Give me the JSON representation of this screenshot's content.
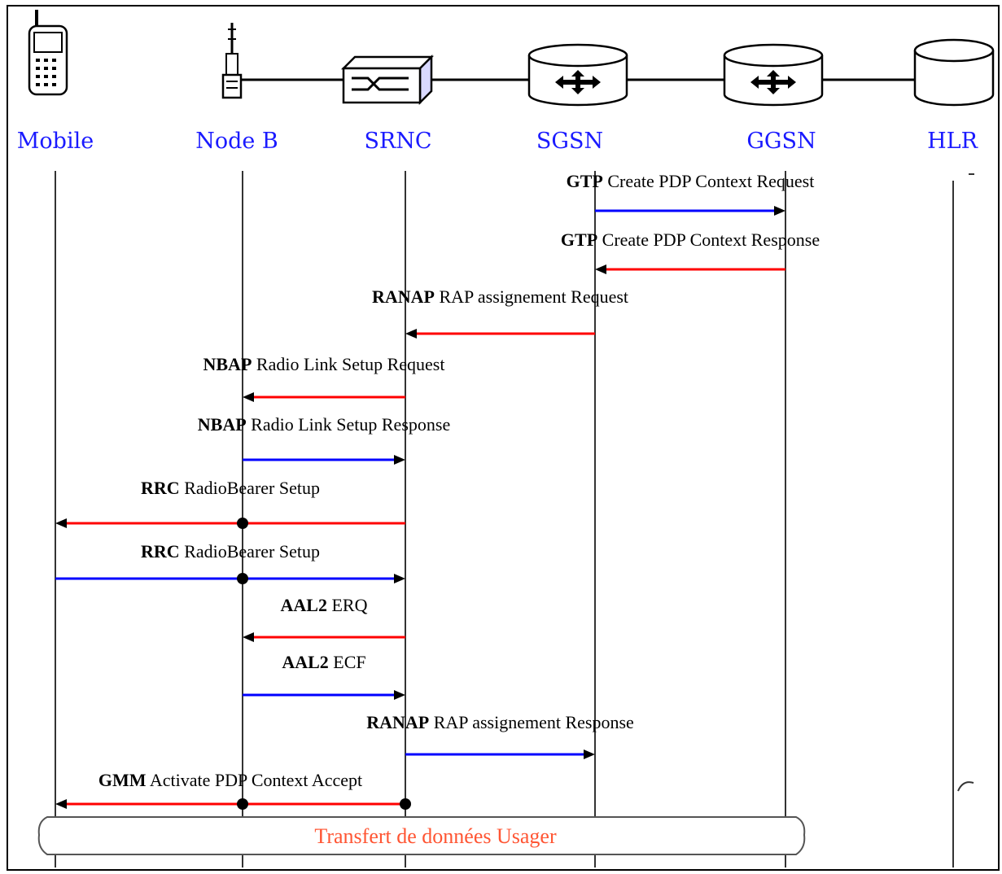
{
  "entities": [
    {
      "id": "mobile",
      "label": "Mobile",
      "icon": "mobile-phone-icon"
    },
    {
      "id": "nodeb",
      "label": "Node B",
      "icon": "antenna-tower-icon"
    },
    {
      "id": "srnc",
      "label": "SRNC",
      "icon": "switch-box-icon"
    },
    {
      "id": "sgsn",
      "label": "SGSN",
      "icon": "router-cylinder-icon"
    },
    {
      "id": "ggsn",
      "label": "GGSN",
      "icon": "router-cylinder-icon"
    },
    {
      "id": "hlr",
      "label": "HLR",
      "icon": "database-cylinder-icon"
    }
  ],
  "colors": {
    "entity_label": "#1a1aff",
    "arrow_forward": "#0000ff",
    "arrow_backward": "#ff0000",
    "banner_text": "#ff5533"
  },
  "messages": [
    {
      "proto": "GTP",
      "text": "Create PDP  Context  Request",
      "from": "sgsn",
      "to": "ggsn",
      "color": "#0000ff",
      "dots": []
    },
    {
      "proto": "GTP",
      "text": "Create PDP  Context  Response",
      "from": "ggsn",
      "to": "sgsn",
      "color": "#ff0000",
      "dots": []
    },
    {
      "proto": "RANAP",
      "text": "RAP  assignement Request",
      "from": "sgsn",
      "to": "srnc",
      "color": "#ff0000",
      "dots": []
    },
    {
      "proto": "NBAP",
      "text": "Radio Link Setup Request",
      "from": "srnc",
      "to": "nodeb",
      "color": "#ff0000",
      "dots": []
    },
    {
      "proto": "NBAP",
      "text": "Radio Link Setup Response",
      "from": "nodeb",
      "to": "srnc",
      "color": "#0000ff",
      "dots": []
    },
    {
      "proto": "RRC",
      "text": "RadioBearer Setup",
      "from": "srnc",
      "to": "mobile",
      "color": "#ff0000",
      "dots": [
        "nodeb"
      ]
    },
    {
      "proto": "RRC",
      "text": "RadioBearer Setup",
      "from": "mobile",
      "to": "srnc",
      "color": "#0000ff",
      "dots": [
        "nodeb"
      ]
    },
    {
      "proto": "AAL2",
      "text": "ERQ",
      "from": "srnc",
      "to": "nodeb",
      "color": "#ff0000",
      "dots": []
    },
    {
      "proto": "AAL2",
      "text": "ECF",
      "from": "nodeb",
      "to": "srnc",
      "color": "#0000ff",
      "dots": []
    },
    {
      "proto": "RANAP",
      "text": "RAP  assignement Response",
      "from": "srnc",
      "to": "sgsn",
      "color": "#0000ff",
      "dots": []
    },
    {
      "proto": "GMM",
      "text": "Activate  PDP Context Accept",
      "from": "srnc",
      "to": "mobile",
      "color": "#ff0000",
      "dots": [
        "nodeb",
        "srnc"
      ]
    }
  ],
  "banner": {
    "label": "Transfert de données Usager"
  }
}
